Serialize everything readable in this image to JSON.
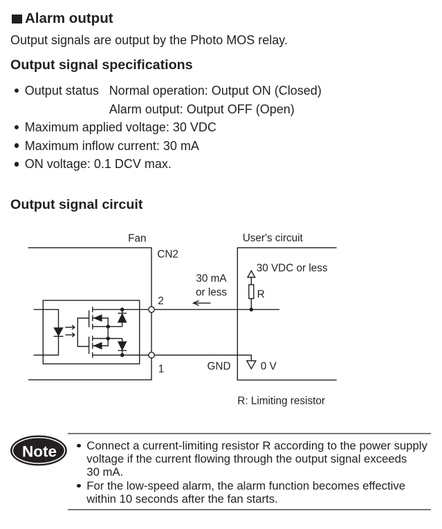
{
  "section": {
    "title": "Alarm output",
    "description": "Output signals are output by the Photo MOS relay."
  },
  "specifications": {
    "heading": "Output signal specifications",
    "items": [
      {
        "label": "Output status",
        "values": [
          "Normal operation: Output ON (Closed)",
          "Alarm output: Output OFF (Open)"
        ]
      },
      {
        "text": "Maximum applied voltage: 30 VDC"
      },
      {
        "text": "Maximum inflow current: 30 mA"
      },
      {
        "text": "ON voltage: 0.1 DCV max."
      }
    ]
  },
  "circuit": {
    "heading": "Output signal circuit",
    "fan_label": "Fan",
    "connector_label": "CN2",
    "users_circuit_label": "User's circuit",
    "supply_voltage_label": "30 VDC or less",
    "current_label_lines": [
      "30 mA",
      "or less"
    ],
    "pin_2_label": "2",
    "pin_1_label": "1",
    "resistor_label": "R",
    "gnd_label": "GND",
    "zero_volt_label": "0 V",
    "legend": "R: Limiting resistor"
  },
  "note": {
    "badge_label": "Note",
    "items": [
      {
        "lines": [
          "Connect a current-limiting resistor R according to the power supply",
          "voltage if the current flowing through the output signal exceeds",
          "30 mA."
        ]
      },
      {
        "lines": [
          "For the low-speed alarm, the alarm function becomes effective",
          "within 10 seconds after the fan starts."
        ]
      }
    ]
  },
  "icons": {
    "heading_marker": "square-icon",
    "list_bullet": "bullet-icon",
    "note_badge": "note-badge-icon",
    "relay": "photo-mos-relay-icon",
    "led": "led-icon",
    "light_arrows": "light-emission-arrow-icon",
    "mosfet": "mosfet-icon",
    "body_diode": "diode-icon",
    "terminal": "terminal-circle-icon",
    "junction": "junction-dot-icon",
    "current_arrow": "current-direction-arrow-icon",
    "supply": "power-supply-arrow-icon",
    "resistor": "resistor-icon",
    "ground": "ground-icon"
  },
  "colors": {
    "text": "#231f20",
    "background": "#ffffff",
    "note_rule": "#77787b",
    "note_badge": "#231f20",
    "note_badge_text": "#ffffff"
  }
}
